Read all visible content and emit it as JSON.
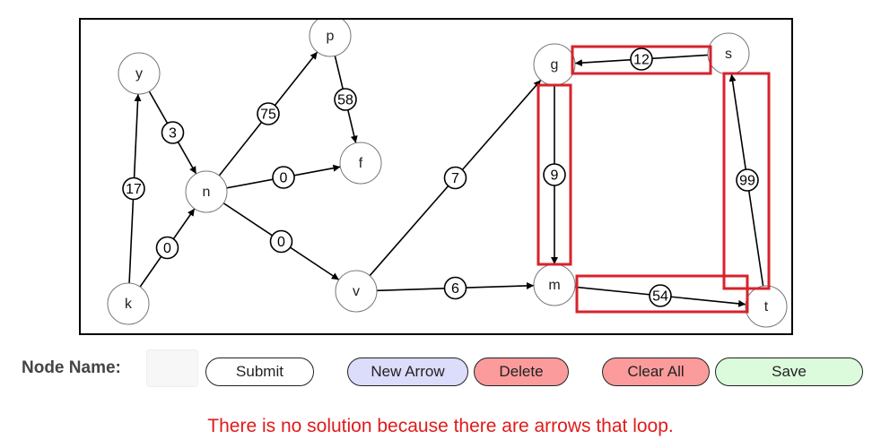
{
  "graph": {
    "nodes": [
      {
        "id": "y",
        "label": "y"
      },
      {
        "id": "p",
        "label": "p"
      },
      {
        "id": "f",
        "label": "f"
      },
      {
        "id": "n",
        "label": "n"
      },
      {
        "id": "k",
        "label": "k"
      },
      {
        "id": "v",
        "label": "v"
      },
      {
        "id": "g",
        "label": "g"
      },
      {
        "id": "s",
        "label": "s"
      },
      {
        "id": "m",
        "label": "m"
      },
      {
        "id": "t",
        "label": "t"
      }
    ],
    "edges": [
      {
        "from": "k",
        "to": "y",
        "weight": "17"
      },
      {
        "from": "y",
        "to": "n",
        "weight": "3"
      },
      {
        "from": "k",
        "to": "n",
        "weight": "0"
      },
      {
        "from": "n",
        "to": "p",
        "weight": "75"
      },
      {
        "from": "p",
        "to": "f",
        "weight": "58"
      },
      {
        "from": "n",
        "to": "f",
        "weight": "0"
      },
      {
        "from": "n",
        "to": "v",
        "weight": "0"
      },
      {
        "from": "v",
        "to": "g",
        "weight": "7"
      },
      {
        "from": "v",
        "to": "m",
        "weight": "6"
      },
      {
        "from": "s",
        "to": "g",
        "weight": "12"
      },
      {
        "from": "g",
        "to": "m",
        "weight": "9"
      },
      {
        "from": "m",
        "to": "t",
        "weight": "54"
      },
      {
        "from": "t",
        "to": "s",
        "weight": "99"
      }
    ],
    "highlight_color": "#d8222b"
  },
  "controls": {
    "node_name_label": "Node Name:",
    "node_name_value": "",
    "submit_label": "Submit",
    "new_arrow_label": "New Arrow",
    "delete_label": "Delete",
    "clear_all_label": "Clear All",
    "save_label": "Save"
  },
  "status": {
    "message": "There is no solution because there are arrows that loop.",
    "color": "#e11a1a"
  }
}
